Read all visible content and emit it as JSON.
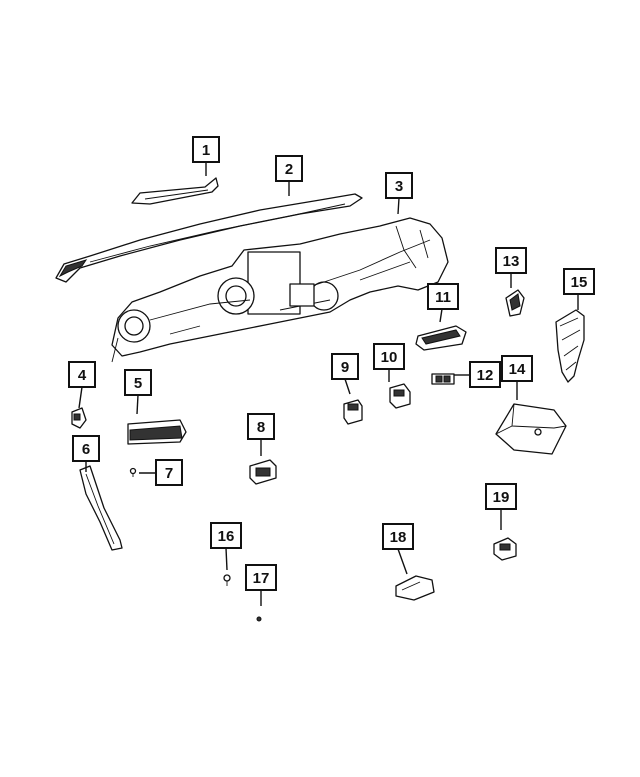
{
  "callouts": [
    {
      "id": "1",
      "label": "1"
    },
    {
      "id": "2",
      "label": "2"
    },
    {
      "id": "3",
      "label": "3"
    },
    {
      "id": "4",
      "label": "4"
    },
    {
      "id": "5",
      "label": "5"
    },
    {
      "id": "6",
      "label": "6"
    },
    {
      "id": "7",
      "label": "7"
    },
    {
      "id": "8",
      "label": "8"
    },
    {
      "id": "9",
      "label": "9"
    },
    {
      "id": "10",
      "label": "10"
    },
    {
      "id": "11",
      "label": "11"
    },
    {
      "id": "12",
      "label": "12"
    },
    {
      "id": "13",
      "label": "13"
    },
    {
      "id": "14",
      "label": "14"
    },
    {
      "id": "15",
      "label": "15"
    },
    {
      "id": "16",
      "label": "16"
    },
    {
      "id": "17",
      "label": "17"
    },
    {
      "id": "18",
      "label": "18"
    },
    {
      "id": "19",
      "label": "19"
    }
  ],
  "colors": {
    "line": "#111111",
    "background": "#ffffff",
    "dark_fill": "#333333"
  }
}
